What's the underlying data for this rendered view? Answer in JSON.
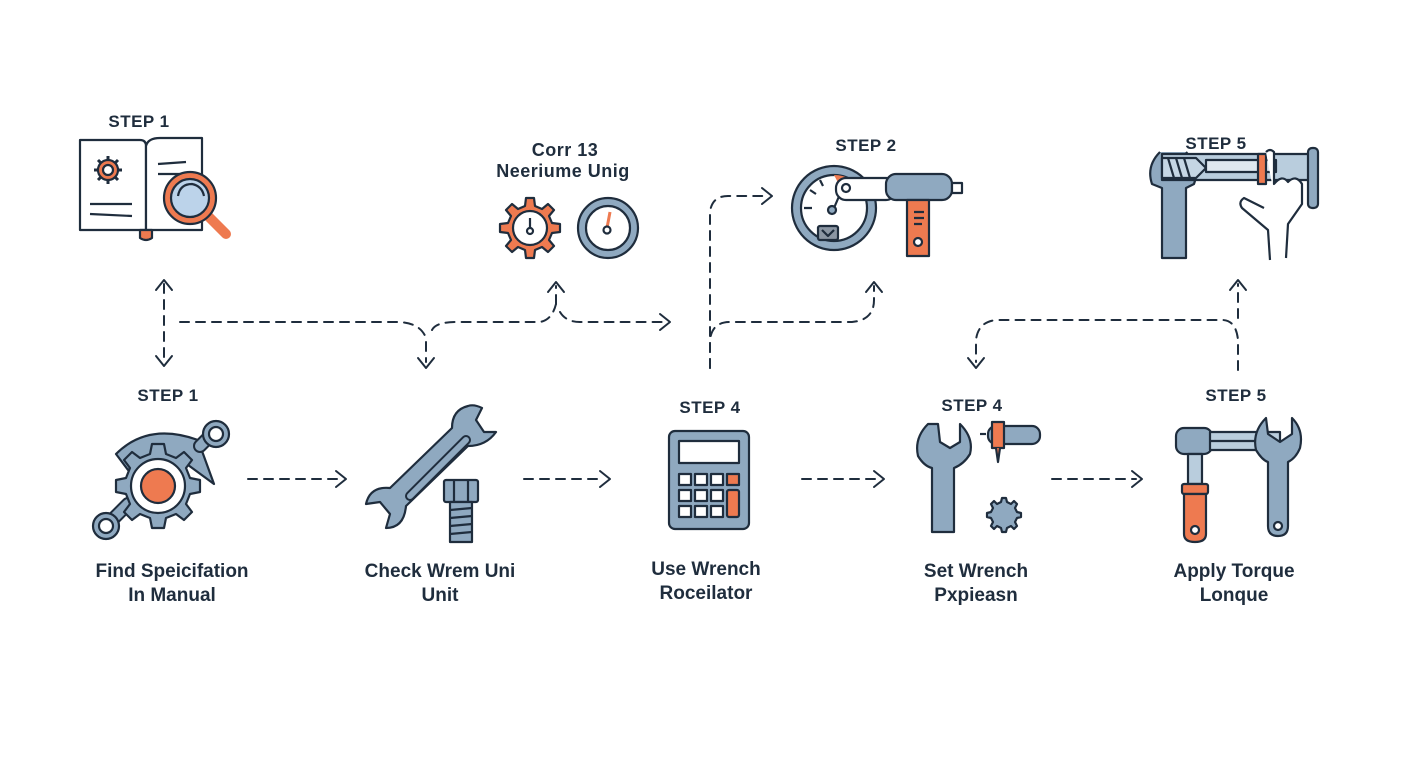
{
  "colors": {
    "ink": "#1f2d3d",
    "steel": "#8fa9c0",
    "steel_light": "#b9cddd",
    "accent": "#ee7a50",
    "lens": "#bcd3ea",
    "background": "#ffffff"
  },
  "top_row": [
    {
      "id": "t1",
      "step_label": "STEP 1",
      "icon": "manual-magnifier-icon"
    },
    {
      "id": "t2",
      "step_label_line1": "Corr 13",
      "step_label_line2": "Neeriume Unig",
      "icon": "gear-and-gauge-icon"
    },
    {
      "id": "t3",
      "step_label": "STEP 2",
      "icon": "torque-gauge-wrench-icon"
    },
    {
      "id": "t4",
      "step_label": "STEP 5",
      "icon": "hand-wrench-bolt-icon"
    }
  ],
  "bottom_row": [
    {
      "id": "b1",
      "step_label": "STEP 1",
      "icon": "gear-wrench-icon",
      "caption_line1": "Find Speicifation",
      "caption_line2": "In Manual"
    },
    {
      "id": "b2",
      "step_label": "",
      "icon": "wrench-bolt-icon",
      "caption_line1": "Check Wrem Uni",
      "caption_line2": "Unit"
    },
    {
      "id": "b3",
      "step_label": "STEP 4",
      "icon": "calculator-icon",
      "caption_line1": "Use Wrench",
      "caption_line2": "Roceilator"
    },
    {
      "id": "b4",
      "step_label": "STEP 4",
      "icon": "wrench-setting-icon",
      "caption_line1": "Set Wrench",
      "caption_line2": "Pxpieasn"
    },
    {
      "id": "b5",
      "step_label": "STEP 5",
      "icon": "torque-wrench-apply-icon",
      "caption_line1": "Apply Torque",
      "caption_line2": "Lonque"
    }
  ],
  "connectors": [
    {
      "from": "t1",
      "to": "b1",
      "style": "dashed",
      "direction": "bidirectional-vertical"
    },
    {
      "from": "b1",
      "to": "b2",
      "style": "dashed",
      "direction": "right"
    },
    {
      "from": "b2",
      "to": "b3",
      "style": "dashed",
      "direction": "right"
    },
    {
      "from": "b3",
      "to": "b4",
      "style": "dashed",
      "direction": "right"
    },
    {
      "from": "b4",
      "to": "b5",
      "style": "dashed",
      "direction": "right"
    },
    {
      "from": "t1",
      "to": "t2",
      "style": "dashed",
      "direction": "branch-up"
    },
    {
      "from": "t1",
      "to": "b2",
      "style": "dashed",
      "direction": "branch-down"
    },
    {
      "from": "b3",
      "to": "t3",
      "style": "dashed",
      "direction": "up-right"
    },
    {
      "from": "b5",
      "to": "t4",
      "style": "dashed",
      "direction": "up"
    },
    {
      "from": "b5",
      "to": "b4",
      "style": "dashed",
      "direction": "loop-back"
    }
  ]
}
